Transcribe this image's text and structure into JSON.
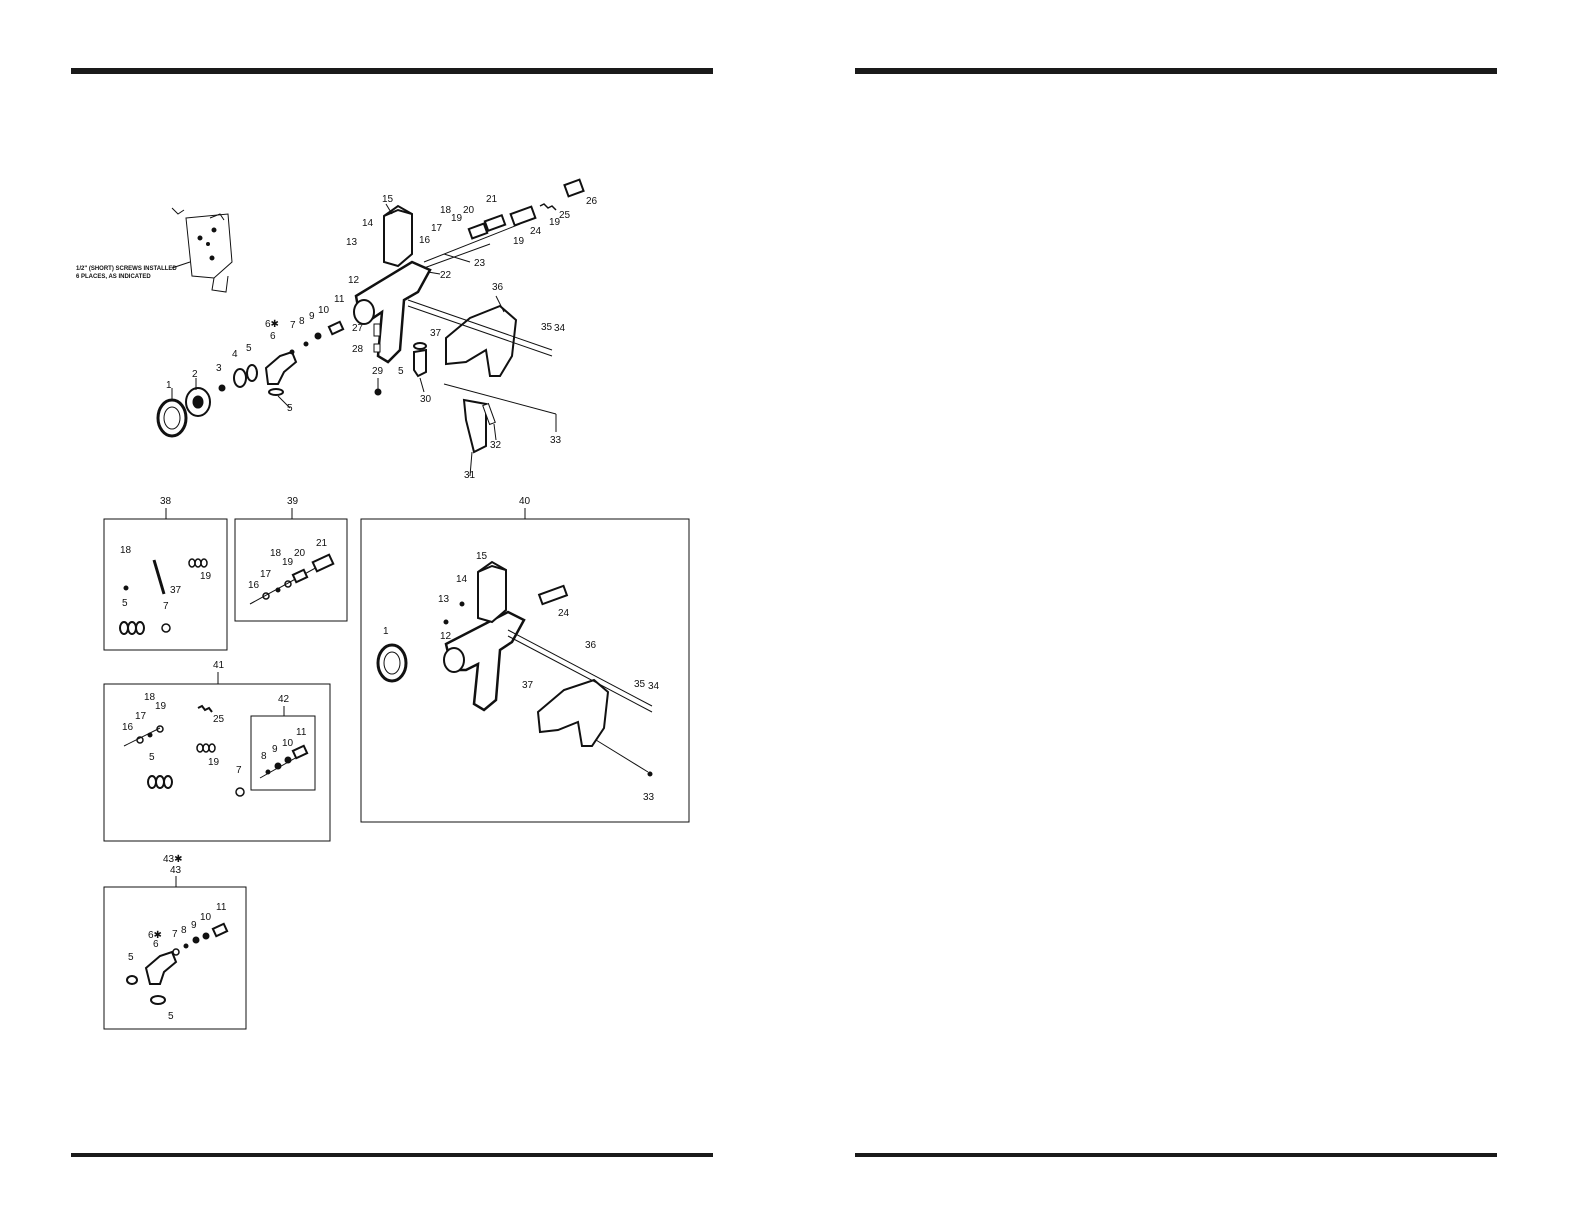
{
  "note": {
    "line1": "1/2\" (SHORT) SCREWS INSTALLED",
    "line2": "6 PLACES, AS INDICATED"
  },
  "main_callouts": [
    "1",
    "2",
    "3",
    "4",
    "5",
    "5",
    "5",
    "6",
    "6✱",
    "7",
    "8",
    "9",
    "10",
    "11",
    "12",
    "13",
    "14",
    "15",
    "16",
    "17",
    "18",
    "19",
    "19",
    "19",
    "20",
    "21",
    "22",
    "23",
    "24",
    "25",
    "26",
    "27",
    "28",
    "29",
    "30",
    "31",
    "32",
    "33",
    "34",
    "35",
    "36",
    "37"
  ],
  "kit_38": {
    "title": "38",
    "callouts": [
      "18",
      "37",
      "19",
      "5",
      "7"
    ]
  },
  "kit_39": {
    "title": "39",
    "callouts": [
      "16",
      "17",
      "18",
      "19",
      "20",
      "21"
    ]
  },
  "kit_40": {
    "title": "40",
    "callouts": [
      "1",
      "12",
      "13",
      "14",
      "15",
      "24",
      "36",
      "37",
      "35",
      "34",
      "33"
    ]
  },
  "kit_41": {
    "title": "41",
    "callouts": [
      "16",
      "17",
      "18",
      "19",
      "25",
      "5",
      "19",
      "7"
    ]
  },
  "kit_42": {
    "title": "42",
    "callouts": [
      "8",
      "9",
      "10",
      "11"
    ]
  },
  "kit_43": {
    "title_top": "43✱",
    "title": "43",
    "callouts": [
      "5",
      "6✱",
      "6",
      "7",
      "8",
      "9",
      "10",
      "11",
      "5"
    ]
  },
  "colors": {
    "ink": "#111111",
    "rule": "#1a1a1a",
    "paper": "#ffffff"
  }
}
